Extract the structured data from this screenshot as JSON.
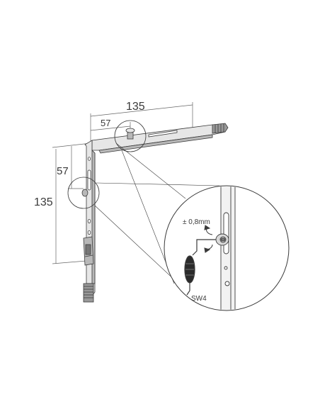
{
  "dimensions": {
    "top_overall": "135",
    "top_inner": "57",
    "side_inner": "57",
    "side_overall": "135"
  },
  "detail": {
    "adjust_range": "± 0,8mm",
    "tool_label": "SW4"
  },
  "colors": {
    "line": "#3a3a3a",
    "dim_line": "#666666",
    "metal_light": "#e6e6e6",
    "metal_mid": "#b8b8b8",
    "metal_dark": "#555555",
    "tool_grip": "#2b2b2b"
  }
}
